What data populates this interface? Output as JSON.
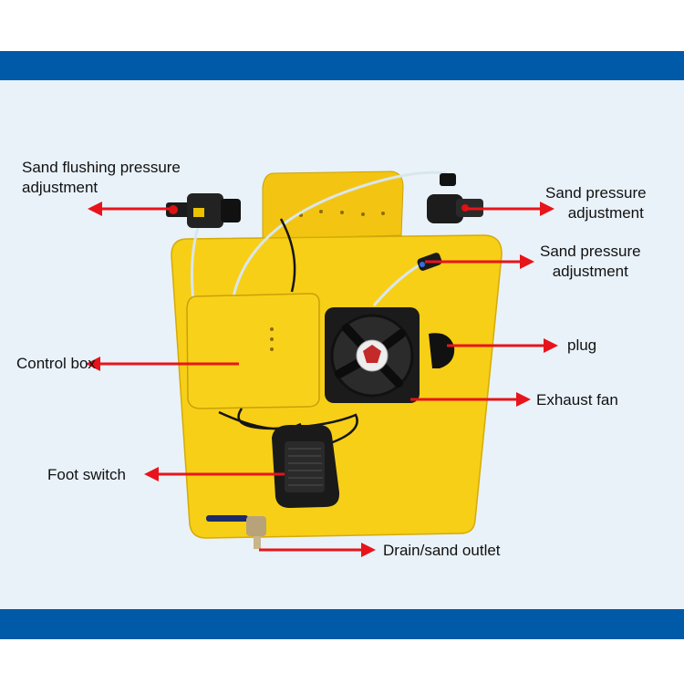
{
  "colors": {
    "band": "#005aa8",
    "background": "#e9f2f9",
    "machine": "#f7cf16",
    "arrow": "#e8141b"
  },
  "labels": {
    "sand_flushing_line1": "Sand flushing pressure",
    "sand_flushing_line2": "adjustment",
    "sand_pressure_top_line1": "Sand pressure",
    "sand_pressure_top_line2": "adjustment",
    "sand_pressure_mid_line1": "Sand pressure",
    "sand_pressure_mid_line2": "adjustment",
    "control_box": "Control box",
    "plug": "plug",
    "exhaust_fan": "Exhaust fan",
    "foot_switch": "Foot switch",
    "drain": "Drain/sand outlet"
  }
}
